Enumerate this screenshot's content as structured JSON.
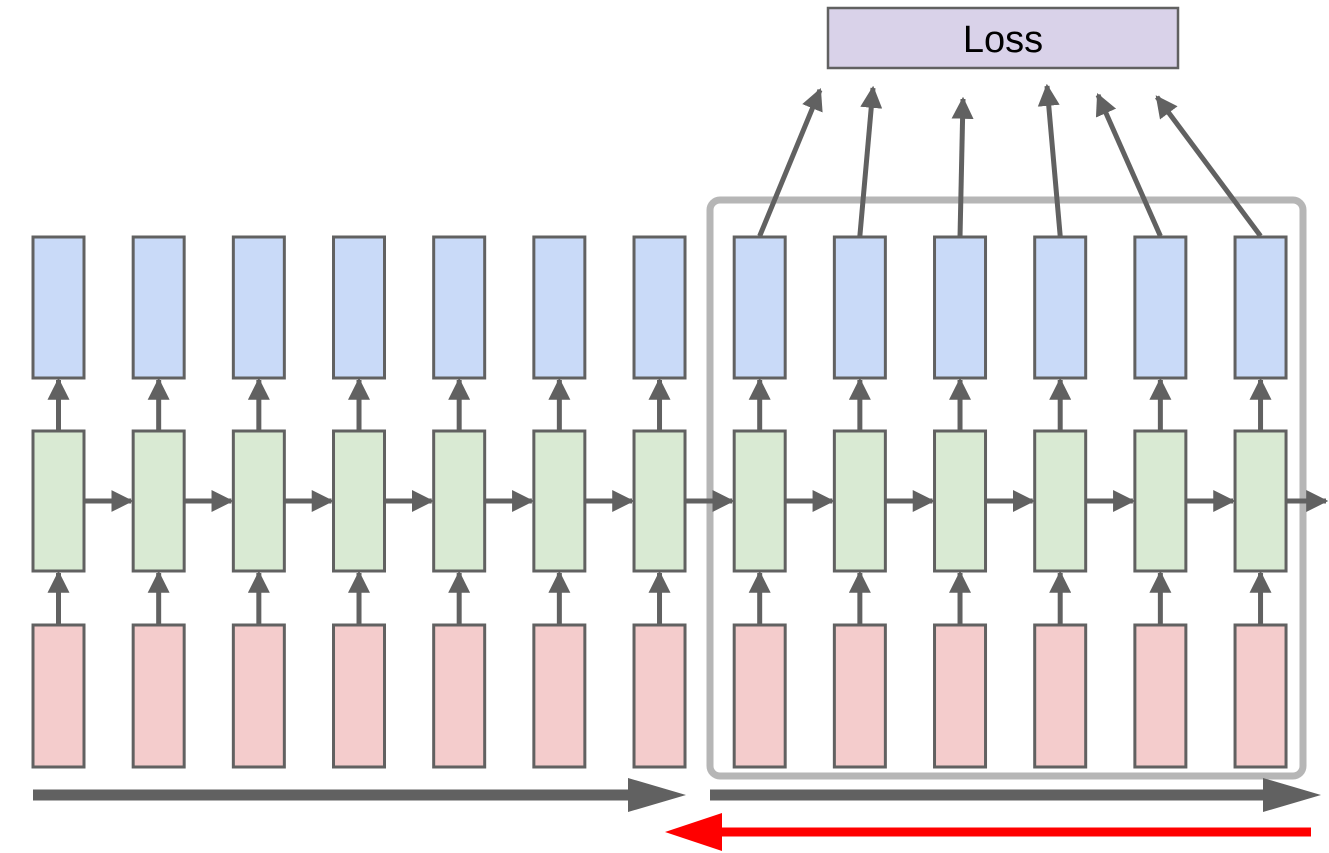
{
  "diagram": {
    "type": "truncated-backpropagation-through-time-rnn",
    "loss_label": "Loss",
    "timesteps": 13,
    "truncation_window": {
      "start_step": 8,
      "end_step": 13,
      "steps_inside": 6,
      "loss_arrows_count": 6
    },
    "rows": [
      {
        "name": "outputs",
        "role": "output",
        "count": 13
      },
      {
        "name": "hidden-states",
        "role": "hidden",
        "count": 13
      },
      {
        "name": "inputs",
        "role": "input",
        "count": 13
      }
    ],
    "arrows": {
      "input_to_hidden_per_step": 13,
      "hidden_to_output_per_step": 13,
      "hidden_to_hidden_recurrent": 13,
      "forward_direction_arrows": 2,
      "backward_direction_arrows": 1
    }
  },
  "colors": {
    "background": "#ffffff",
    "output_fill": "#c9daf8",
    "hidden_fill": "#d9ead3",
    "input_fill": "#f4cccc",
    "loss_fill": "#d9d2e9",
    "box_stroke": "#616161",
    "arrow": "#616161",
    "window_frame": "#b6b6b6",
    "backward_arrow": "#ff0000",
    "loss_text": "#000000"
  }
}
